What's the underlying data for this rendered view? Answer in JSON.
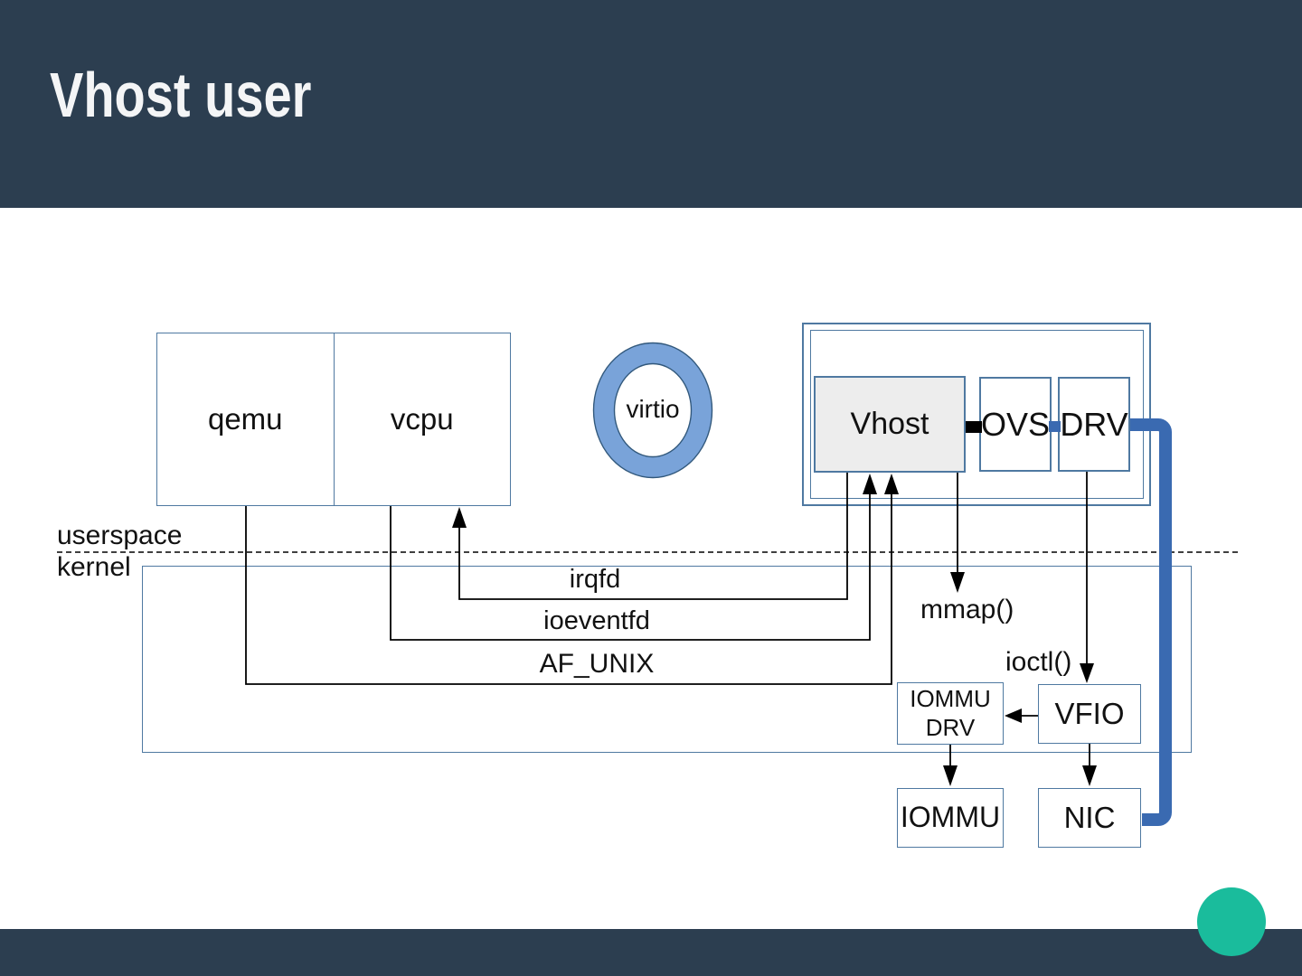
{
  "slide": {
    "title": "Vhost user"
  },
  "colors": {
    "header_bg": "#2c3e50",
    "footer_bg": "#2c3e50",
    "accent_circle": "#1abc9c",
    "box_border": "#4f79a1",
    "thick_link": "#3a6ab1",
    "virtio_ring": "#79a3d9",
    "vhost_fill": "#ededed"
  },
  "diagram": {
    "zones": {
      "userspace": "userspace",
      "kernel": "kernel"
    },
    "boxes": {
      "qemu": "qemu",
      "vcpu": "vcpu",
      "virtio": "virtio",
      "vhost": "Vhost",
      "ovs": "OVS",
      "drv": "DRV",
      "iommu_drv": {
        "line1": "IOMMU",
        "line2": "DRV"
      },
      "vfio": "VFIO",
      "iommu": "IOMMU",
      "nic": "NIC"
    },
    "links": {
      "irqfd": "irqfd",
      "ioeventfd": "ioeventfd",
      "af_unix": "AF_UNIX"
    },
    "syscalls": {
      "mmap": "mmap()",
      "ioctl": "ioctl()"
    }
  }
}
